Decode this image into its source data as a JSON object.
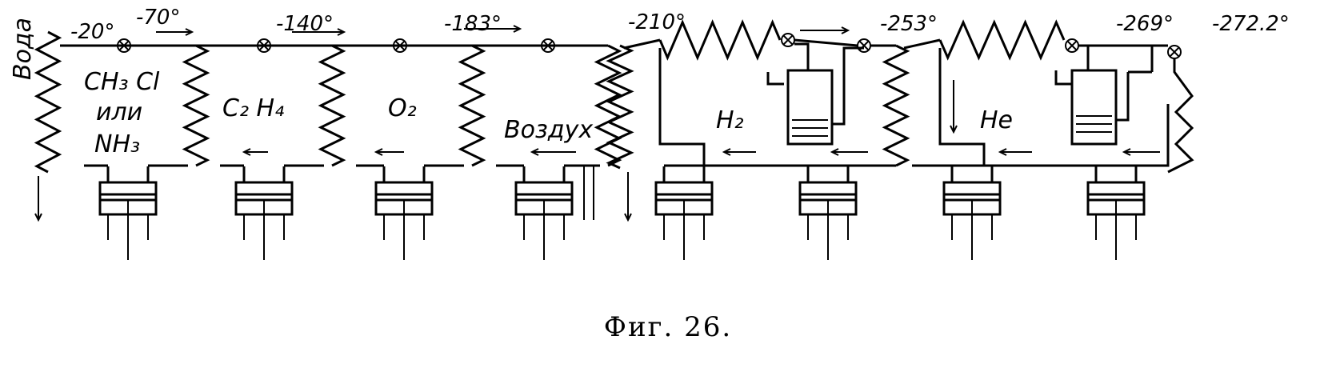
{
  "labels": {
    "water": "Вода",
    "stage1_a": "CH₃ Cl",
    "stage1_b": "или",
    "stage1_c": "NH₃",
    "stage2": "C₂ H₄",
    "stage3": "O₂",
    "stage4": "Воздух",
    "stage5": "H₂",
    "stage6": "He"
  },
  "temperatures": [
    "-20°",
    "-70°",
    "-140°",
    "-183°",
    "-210°",
    "-253°",
    "-269°",
    "-272.2°"
  ],
  "caption": "Фиг. 26."
}
